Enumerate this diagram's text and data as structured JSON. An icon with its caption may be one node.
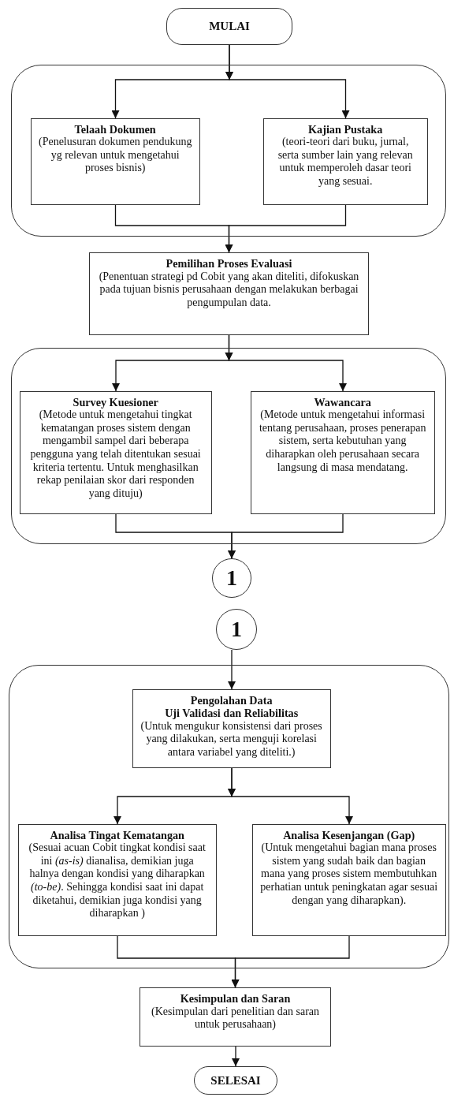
{
  "diagram": {
    "nodes": [
      {
        "text": [
          "MULAI"
        ]
      },
      {
        "text": [],
        "shape": "box"
      },
      {
        "text": [
          "Telaah Dokumen",
          "(Penelusuran dokumen pendukung yg relevan untuk mengetahui proses bisnis)"
        ],
        "in": 1
      },
      {
        "text": [
          "Kajian Pustaka",
          "(teori-teori dari buku, jurnal, serta sumber lain yang relevan untuk memperoleh dasar teori yang sesuai."
        ],
        "in": 1
      },
      {
        "text": [
          "Pemilihan Proses Evaluasi",
          "(Penentuan strategi pd Cobit yang akan diteliti, difokuskan pada tujuan bisnis perusahaan dengan melakukan berbagai pengumpulan data."
        ]
      },
      {
        "text": [],
        "shape": "box"
      },
      {
        "text": [
          "Survey Kuesioner",
          "(Metode untuk mengetahui tingkat kematangan proses sistem dengan mengambil sampel dari beberapa pengguna yang telah ditentukan sesuai kriteria tertentu. Untuk menghasilkan rekap penilaian skor dari responden yang dituju)"
        ],
        "in": 5
      },
      {
        "text": [
          "Wawancara",
          "(Metode untuk mengetahui informasi tentang perusahaan, proses penerapan sistem, serta kebutuhan yang diharapkan oleh perusahaan secara langsung di masa mendatang."
        ],
        "in": 5
      },
      {
        "text": [
          "1"
        ]
      },
      {
        "text": [
          "1"
        ]
      },
      {
        "text": [],
        "shape": "box"
      },
      {
        "text": [
          "Pengolahan Data",
          "Uji Validasi dan Reliabilitas",
          "(Untuk mengukur konsistensi dari proses yang dilakukan, serta menguji korelasi antara variabel yang diteliti.)"
        ],
        "in": 10
      },
      {
        "text": [
          "Analisa Tingat Kematangan",
          "(Sesuai acuan Cobit tingkat kondisi saat ini *(as-is)* dianalisa, demikian juga halnya dengan kondisi yang diharapkan *(to-be)*. Sehingga kondisi saat ini dapat diketahui, demikian juga kondisi yang diharapkan )"
        ],
        "in": 10
      },
      {
        "text": [
          "Analisa Kesenjangan (Gap)",
          "(Untuk mengetahui bagian mana proses sistem yang sudah baik dan bagian mana yang proses sistem membutuhkan perhatian untuk peningkatan agar sesuai dengan yang diharapkan)."
        ],
        "in": 10
      },
      {
        "text": [
          "Kesimpulan dan Saran",
          "(Kesimpulan dari penelitian dan saran untuk perusahaan)"
        ]
      },
      {
        "text": [
          "SELESAI"
        ]
      }
    ],
    "edges": [
      {
        "from": 0,
        "to": 2,
        "arrow": "to"
      },
      {
        "from": 0,
        "to": 3,
        "arrow": "to"
      },
      {
        "from": 2,
        "to": 4,
        "arrow": "to"
      },
      {
        "from": 3,
        "to": 4,
        "arrow": "to"
      },
      {
        "from": 4,
        "to": 6,
        "arrow": "to"
      },
      {
        "from": 4,
        "to": 7,
        "arrow": "to"
      },
      {
        "from": 6,
        "to": 8,
        "arrow": "to"
      },
      {
        "from": 7,
        "to": 8,
        "arrow": "to"
      },
      {
        "from": 9,
        "to": 11,
        "arrow": "to"
      },
      {
        "from": 11,
        "to": 12,
        "arrow": "to"
      },
      {
        "from": 11,
        "to": 13,
        "arrow": "to"
      },
      {
        "from": 12,
        "to": 14,
        "arrow": "to"
      },
      {
        "from": 13,
        "to": 14,
        "arrow": "to"
      },
      {
        "from": 14,
        "to": 15,
        "arrow": "to"
      }
    ]
  }
}
